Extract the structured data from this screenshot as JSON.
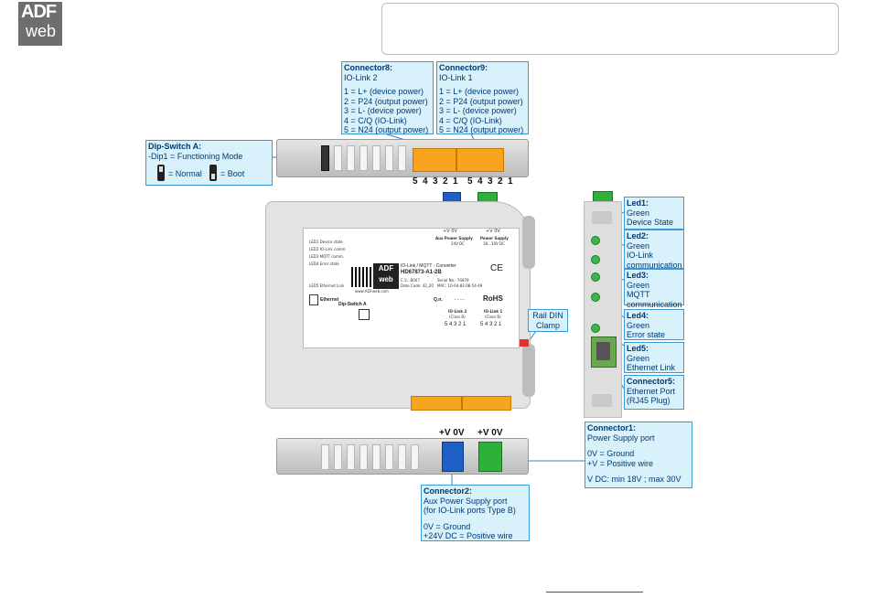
{
  "logo": {
    "line1": "ADF",
    "line2": "web"
  },
  "connector8": {
    "title": "Connector8:",
    "subtitle": "IO-Link 2",
    "lines": [
      "1 = L+ (device power)",
      "2 = P24 (output power)",
      "3 = L- (device power)",
      "4 = C/Q (IO-Link)",
      "5 = N24 (output power)"
    ]
  },
  "connector9": {
    "title": "Connector9:",
    "subtitle": "IO-Link 1",
    "lines": [
      "1 = L+ (device power)",
      "2 = P24 (output power)",
      "3 = L- (device power)",
      "4 = C/Q (IO-Link)",
      "5 = N24 (output power)"
    ]
  },
  "dipswitch": {
    "title": "Dip-Switch A:",
    "line1": "-Dip1 = Functioning Mode",
    "normal": "= Normal",
    "boot": "= Boot"
  },
  "top_pins": [
    "5",
    "4",
    "3",
    "2",
    "1",
    "5",
    "4",
    "3",
    "2",
    "1"
  ],
  "device": {
    "led_labels": [
      "LED1 Device state",
      "LED2 IO-Link comm.",
      "LED3 MQTT comm.",
      "LED4 Error state"
    ],
    "led5_label": "LED5 Ethernet Link",
    "ethernet": "Ethernet",
    "product": "IO-Link / MQTT - Converter",
    "model": "HD67873-A1-2B",
    "cs": "C.S.: B007",
    "datecode": "Date Code: 42_20",
    "serial": "Serial No.: 74879",
    "mac": "MAC: 10-64-82-08-54-49",
    "web": "www.ADFweb.com",
    "dip_label": "Dip-Switch A",
    "qn": "Q.n.",
    "qn_dashes": "- - - -",
    "aux_v": "+V  0V",
    "aux_label": "Aux Power Supply",
    "aux_spec": "24V DC",
    "pwr_v": "+V  0V",
    "pwr_label": "Power Supply",
    "pwr_spec": "18...30V DC",
    "io2": "IO-Link 2",
    "io1": "IO-Link 1",
    "classb": "(Class B)",
    "io_pins": "5 4 3 2 1",
    "rohs": "RoHS",
    "ce": "CE"
  },
  "rail": {
    "title": "Rail DIN",
    "sub": "Clamp"
  },
  "leds": [
    {
      "title": "Led1:",
      "l1": "Green",
      "l2": "Device State",
      "l3": ""
    },
    {
      "title": "Led2:",
      "l1": "Green",
      "l2": "IO-Link",
      "l3": "communication"
    },
    {
      "title": "Led3:",
      "l1": "Green",
      "l2": "MQTT",
      "l3": "communication"
    },
    {
      "title": "Led4:",
      "l1": "Green",
      "l2": "Error state",
      "l3": ""
    },
    {
      "title": "Led5:",
      "l1": "Green",
      "l2": "Ethernet Link",
      "l3": ""
    }
  ],
  "connector5": {
    "title": "Connector5:",
    "l1": "Ethernet Port",
    "l2": "(RJ45 Plug)"
  },
  "connector1": {
    "title": "Connector1:",
    "sub": "Power Supply port",
    "l1": "0V = Ground",
    "l2": "+V = Positive wire",
    "l3": "V DC: min 18V ; max 30V"
  },
  "connector2": {
    "title": "Connector2:",
    "sub1": "Aux Power Supply port",
    "sub2": "(for IO-Link ports Type B)",
    "l1": "0V = Ground",
    "l2": "+24V DC = Positive wire"
  },
  "bottom_labels": {
    "aux": "+V 0V",
    "pwr": "+V 0V"
  },
  "colors": {
    "callout_bg": "#d9f1fb",
    "callout_border": "#3a9ad9",
    "led_green": "#3fb54a",
    "terminal_orange": "#f7a51e",
    "aux_blue": "#1f5fc8",
    "pwr_green": "#2fb03a"
  }
}
